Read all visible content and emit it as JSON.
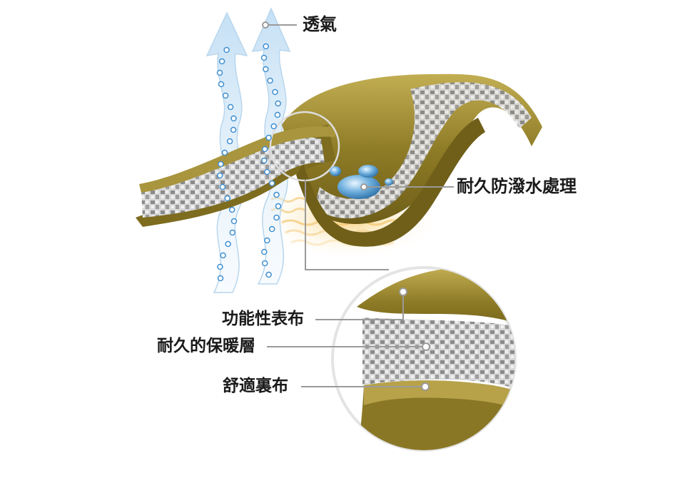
{
  "labels": {
    "breathable": "透氣",
    "water_repellent": "耐久防潑水處理",
    "outer_fabric": "功能性表布",
    "insulation": "耐久的保暖層",
    "lining": "舒適裏布"
  },
  "colors": {
    "fabric": "#8c7a25",
    "fabric_light": "#b9a54a",
    "insulation": "#c9c9c9",
    "air_arrow": "#cfe6f7",
    "bubble": "#3f8fd0",
    "heat": "#f0c060",
    "leader": "#9a9a9a",
    "water_drop": "#6aa9d8"
  }
}
